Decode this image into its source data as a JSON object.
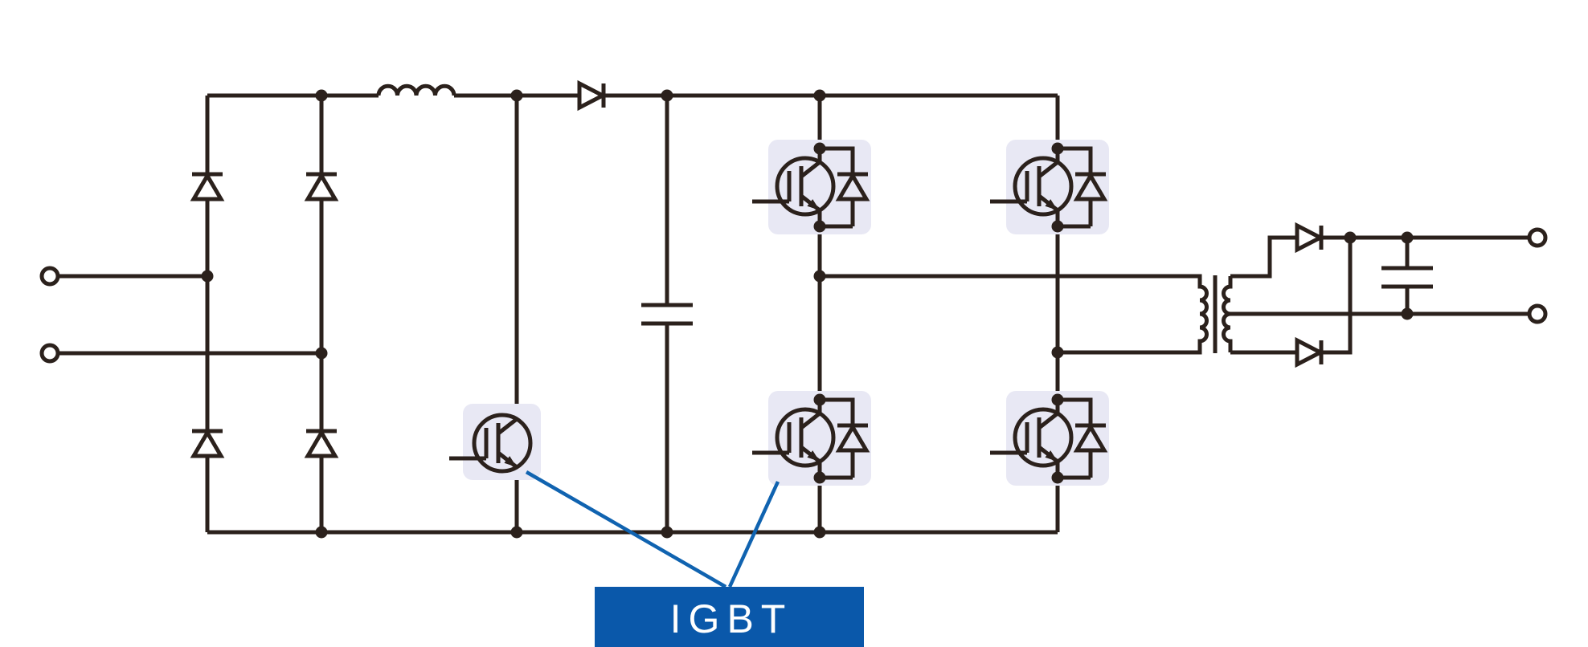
{
  "label": {
    "text": "IGBT"
  },
  "colors": {
    "wire": "#2b211c",
    "highlight": "#e8e8f4",
    "label_bg": "#0a58aa",
    "label_text": "#ffffff",
    "pointer_line": "#1063b0",
    "bg": "#ffffff"
  },
  "components": [
    {
      "name": "ac-input-terminal-top",
      "type": "terminal"
    },
    {
      "name": "ac-input-terminal-bottom",
      "type": "terminal"
    },
    {
      "name": "rectifier-diode-top-left",
      "type": "diode"
    },
    {
      "name": "rectifier-diode-top-right",
      "type": "diode"
    },
    {
      "name": "rectifier-diode-bottom-left",
      "type": "diode"
    },
    {
      "name": "rectifier-diode-bottom-right",
      "type": "diode"
    },
    {
      "name": "boost-inductor",
      "type": "inductor"
    },
    {
      "name": "boost-igbt",
      "type": "igbt",
      "highlighted": true
    },
    {
      "name": "boost-diode",
      "type": "diode"
    },
    {
      "name": "bulk-capacitor",
      "type": "capacitor"
    },
    {
      "name": "bridge-igbt-top-left",
      "type": "igbt-with-freewheel-diode",
      "highlighted": true
    },
    {
      "name": "bridge-igbt-top-right",
      "type": "igbt-with-freewheel-diode",
      "highlighted": true
    },
    {
      "name": "bridge-igbt-bottom-left",
      "type": "igbt-with-freewheel-diode",
      "highlighted": true
    },
    {
      "name": "bridge-igbt-bottom-right",
      "type": "igbt-with-freewheel-diode",
      "highlighted": true
    },
    {
      "name": "transformer",
      "type": "transformer-center-tapped"
    },
    {
      "name": "output-diode-top",
      "type": "diode"
    },
    {
      "name": "output-diode-bottom",
      "type": "diode"
    },
    {
      "name": "output-capacitor",
      "type": "capacitor"
    },
    {
      "name": "dc-output-terminal-top",
      "type": "terminal"
    },
    {
      "name": "dc-output-terminal-bottom",
      "type": "terminal"
    }
  ]
}
